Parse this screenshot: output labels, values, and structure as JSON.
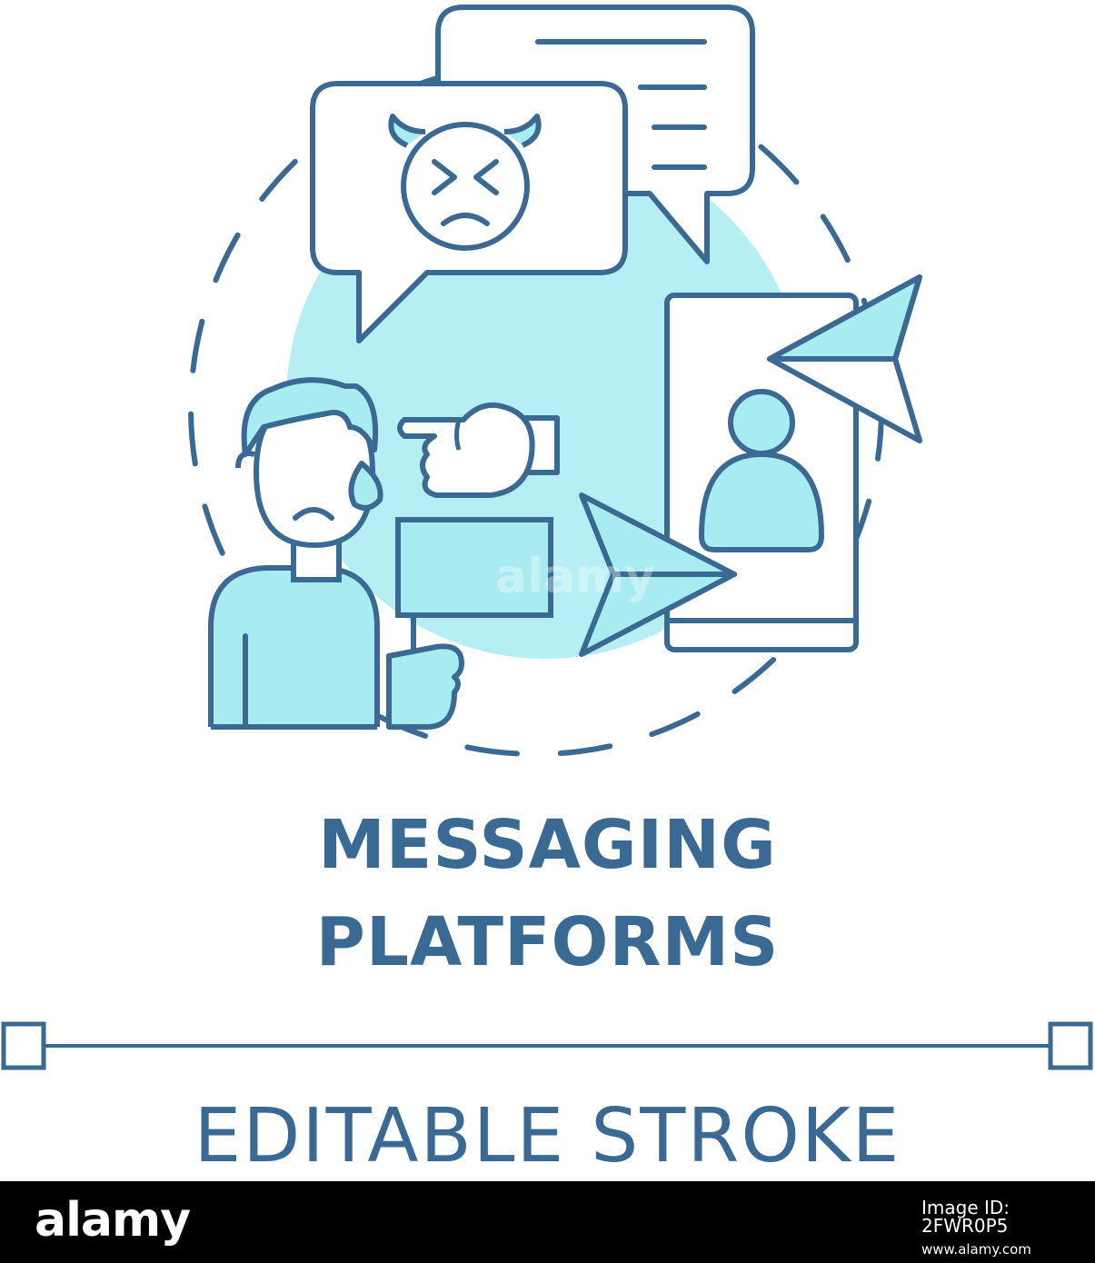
{
  "title": {
    "line1": "MESSAGING",
    "line2": "PLATFORMS"
  },
  "caption": "EDITABLE STROKE",
  "footer": {
    "logo": "alamy",
    "image_id_label": "Image ID: 2FWR0P5",
    "url": "www.alamy.com"
  },
  "watermark": "alamy",
  "colors": {
    "stroke": "#3a6a93",
    "fill": "#a8ecf1",
    "footer_bg": "#000000"
  },
  "icons": [
    "speech-bubble-icon",
    "angry-devil-face-icon",
    "pointing-hand-icon",
    "sad-person-icon",
    "flag-icon",
    "smartphone-icon",
    "user-profile-icon",
    "paper-plane-icon"
  ]
}
